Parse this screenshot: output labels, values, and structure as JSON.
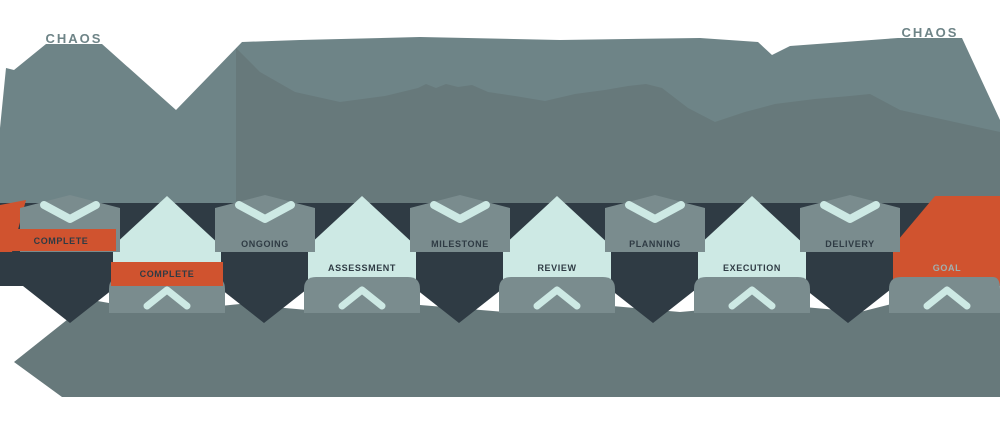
{
  "titles": {
    "left_peak": "CHAOS",
    "right_peak": "CHAOS"
  },
  "colors": {
    "mountain": "#6E8487",
    "mountain_shadow": "#67797B",
    "band_navy": "#2F3B44",
    "shape_gray": "#7A8C8E",
    "mint": "#CDE9E4",
    "orange": "#D0532F",
    "label_dark": "#2F3B44",
    "label_light": "#9FB0B1"
  },
  "steps": [
    {
      "label": "COMPLETE",
      "variant": "gray-high",
      "banner": "orange",
      "icon": "chevron-down"
    },
    {
      "label": "COMPLETE",
      "variant": "mint-low",
      "banner": "orange",
      "icon": "chevron-up"
    },
    {
      "label": "ONGOING",
      "variant": "gray-high",
      "banner": "none",
      "icon": "chevron-down"
    },
    {
      "label": "ASSESSMENT",
      "variant": "mint-low",
      "banner": "none",
      "icon": "chevron-up"
    },
    {
      "label": "MILESTONE",
      "variant": "gray-high",
      "banner": "none",
      "icon": "chevron-down"
    },
    {
      "label": "REVIEW",
      "variant": "mint-low",
      "banner": "none",
      "icon": "chevron-up"
    },
    {
      "label": "PLANNING",
      "variant": "gray-high",
      "banner": "none",
      "icon": "chevron-down"
    },
    {
      "label": "EXECUTION",
      "variant": "mint-low",
      "banner": "none",
      "icon": "chevron-up"
    },
    {
      "label": "DELIVERY",
      "variant": "gray-high",
      "banner": "none",
      "icon": "chevron-down"
    },
    {
      "label": "GOAL",
      "variant": "orange-low",
      "banner": "none",
      "icon": "chevron-up"
    }
  ]
}
